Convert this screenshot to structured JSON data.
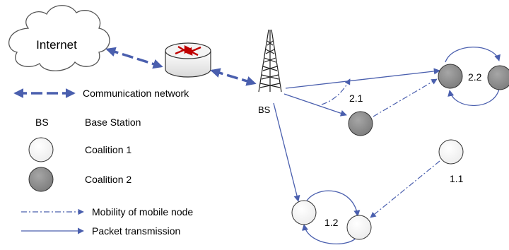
{
  "diagram": {
    "internet_label": "Internet",
    "bs_label": "BS",
    "nodes": {
      "n11": "1.1",
      "n12": "1.2",
      "n21": "2.1",
      "n22": "2.2"
    }
  },
  "legend": {
    "communication_network": "Communication network",
    "bs_symbol": "BS",
    "base_station": "Base Station",
    "coalition_1": "Coalition 1",
    "coalition_2": "Coalition 2",
    "mobility": "Mobility of mobile node",
    "packet_transmission": "Packet transmission"
  },
  "colors": {
    "link": "#4a5fae",
    "coalition_1_fill": "#ffffff",
    "coalition_2_fill": "#8c8c8c",
    "router": "#c00000"
  }
}
